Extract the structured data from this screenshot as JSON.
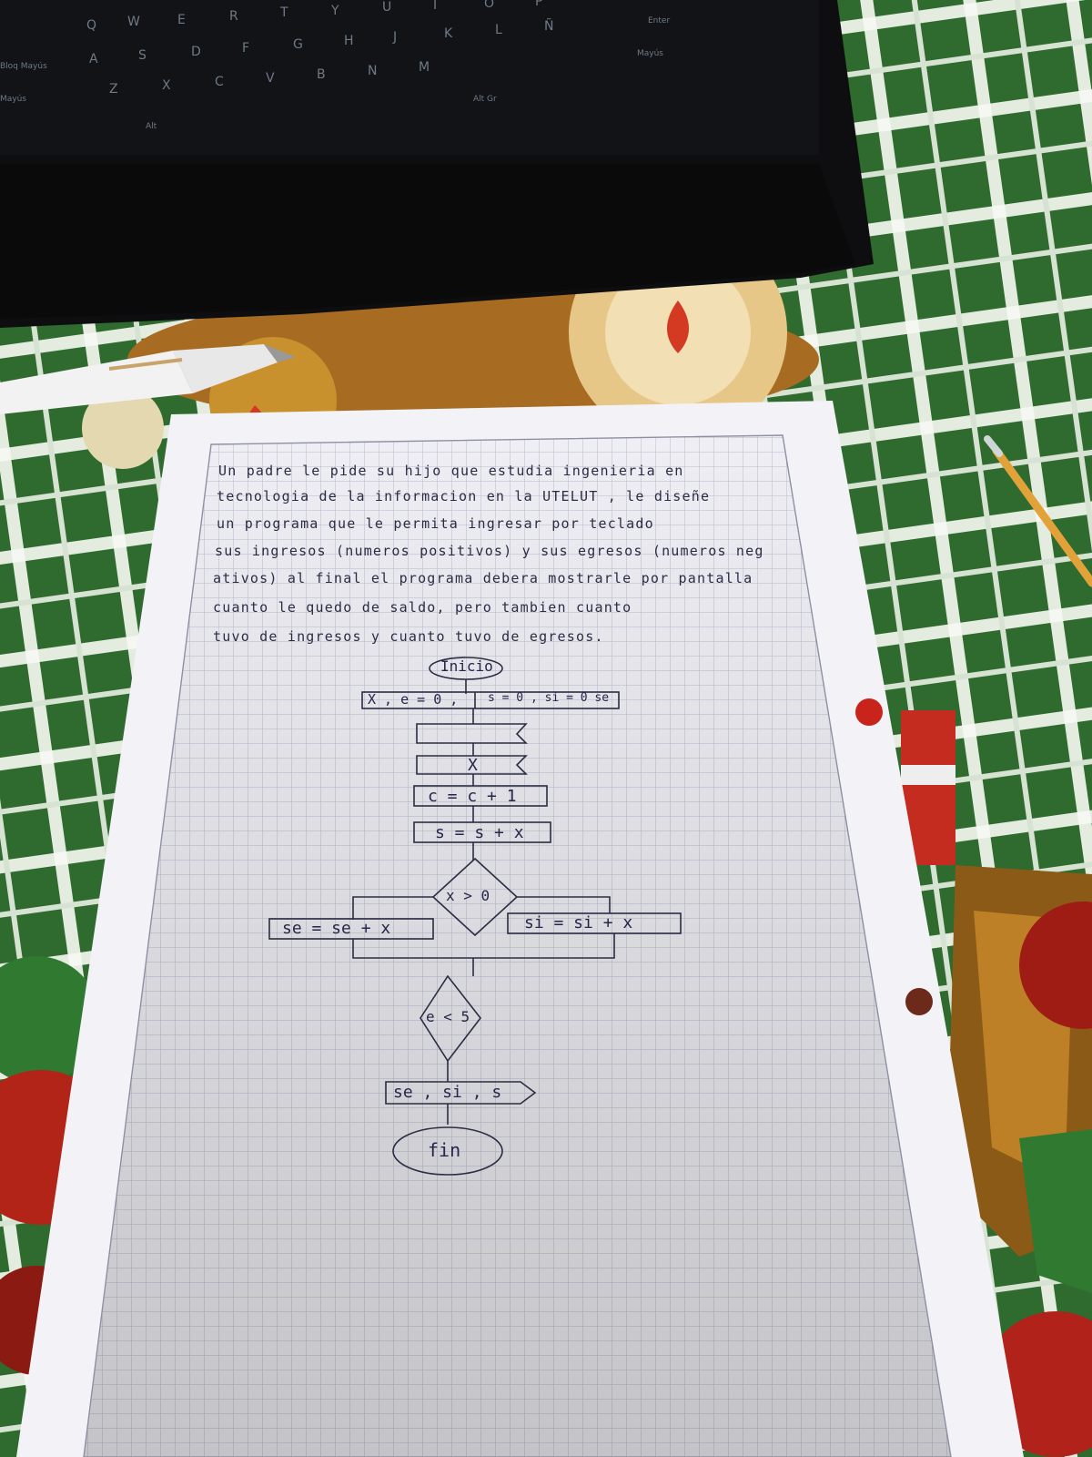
{
  "keyboard": {
    "row1": [
      "Q",
      "W",
      "E",
      "R",
      "T",
      "Y",
      "U",
      "I",
      "O",
      "P"
    ],
    "row2": [
      "A",
      "S",
      "D",
      "F",
      "G",
      "H",
      "J",
      "K",
      "L",
      "Ñ"
    ],
    "row3": [
      "Z",
      "X",
      "C",
      "V",
      "B",
      "N",
      "M"
    ],
    "enter_label": "Enter",
    "bloq_mayus_label": "Bloq Mayús",
    "mayus_label": "Mayús",
    "mayus_right_label": "Mayús",
    "alt_label": "Alt",
    "altgr_label": "Alt Gr"
  },
  "problem": {
    "lines": [
      "Un padre le pide   su hijo   que estudia ingenieria en",
      "tecnologia de la informacion en la UTELUT , le diseñe",
      "un programa   que   le permita ingresar   por teclado",
      "sus ingresos (numeros positivos) y sus egresos (numeros neg",
      "ativos) al final el programa debera mostrarle por pantalla",
      "cuanto   le   quedo   de saldo,   pero   tambien cuanto",
      "tuvo   de   ingresos   y   cuanto tuvo   de egresos."
    ]
  },
  "flowchart": {
    "start": "Inicio",
    "init": "X , e = 0 ,",
    "init2": "s = 0 , si = 0 se",
    "read_x": "X",
    "assign_c": "c = c + 1",
    "assign_s": "s = s + x",
    "condition": "x > 0",
    "left_branch": "se = se + x",
    "right_branch": "si = si + x",
    "loop_condition": "e < 5",
    "output": "se , si , s",
    "end": "fin"
  },
  "colors": {
    "tablecloth_green": "#2f6b2e",
    "tablecloth_white": "#e9efe4",
    "paper": "#eeeef4",
    "grid": "#b9bccb",
    "ink": "#2c2c44",
    "laptop": "#0e0e10"
  }
}
